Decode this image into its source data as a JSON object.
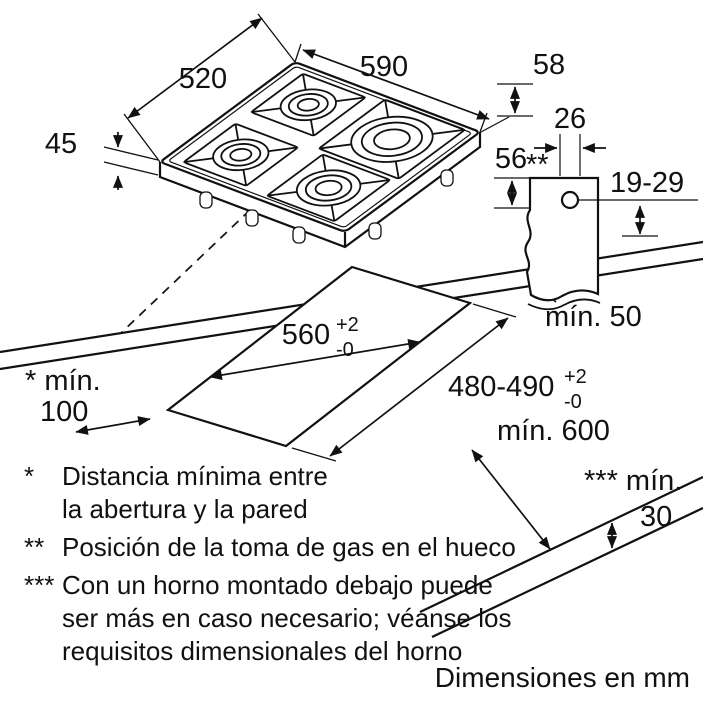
{
  "dims": {
    "depth": "520",
    "width": "590",
    "height_45": "45",
    "d58": "58",
    "d56": "56",
    "d26": "26",
    "gas_note_marker": "**",
    "gas_offset": "19-29",
    "min_back": "mín. 50",
    "cutout_width": "560",
    "cutout_width_sup": "+2",
    "cutout_width_sub": "-0",
    "min_side_label": "* mín.",
    "min_side_value": "100",
    "cutout_depth": "480-490",
    "cutout_depth_sup": "+2",
    "cutout_depth_sub": "-0",
    "min_front": "mín. 600",
    "min_oven_label": "*** mín.",
    "min_oven_value": "30"
  },
  "footnotes": [
    {
      "marker": "*",
      "lines": [
        "Distancia mínima entre",
        "la abertura y la pared"
      ]
    },
    {
      "marker": "**",
      "lines": [
        "Posición de la toma de gas en el hueco"
      ]
    },
    {
      "marker": "***",
      "lines": [
        "Con un horno montado debajo puede",
        "ser más en caso necesario; véanse los",
        "requisitos dimensionales del horno"
      ]
    }
  ],
  "units_label": "Dimensiones en mm"
}
